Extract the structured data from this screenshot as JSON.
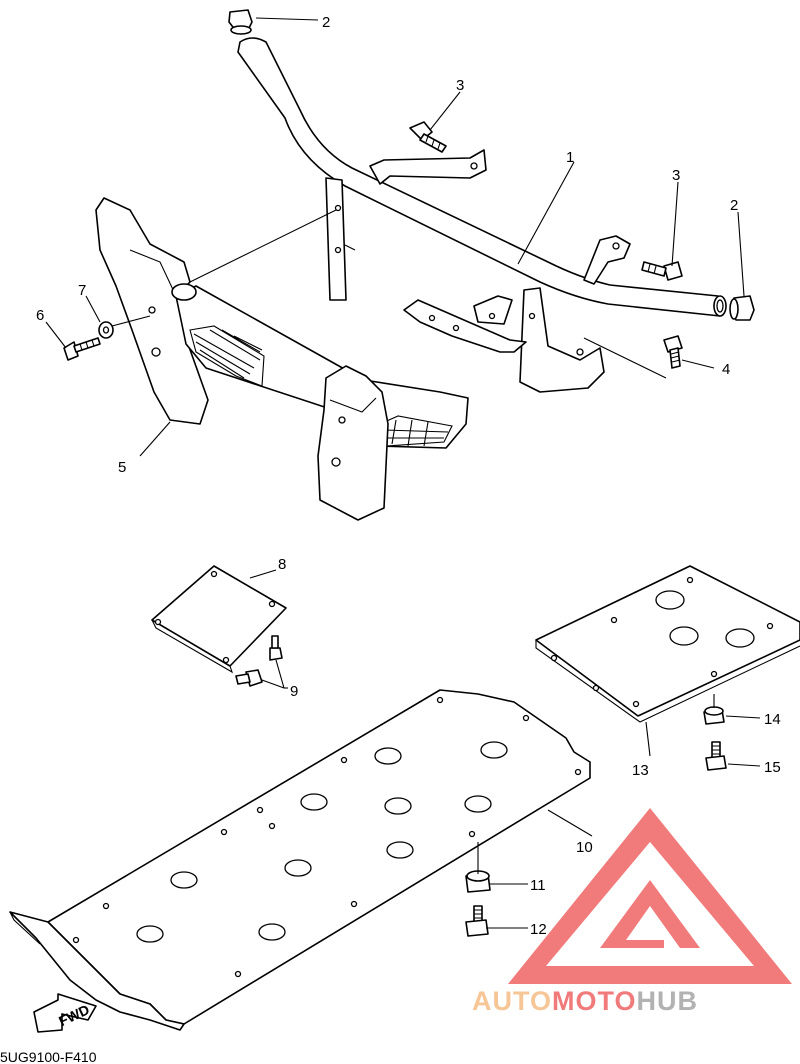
{
  "callouts": {
    "c1": "1",
    "c2a": "2",
    "c2b": "2",
    "c3a": "3",
    "c3b": "3",
    "c4": "4",
    "c5": "5",
    "c6": "6",
    "c7": "7",
    "c8": "8",
    "c9": "9",
    "c10": "10",
    "c11": "11",
    "c12": "12",
    "c13": "13",
    "c14": "14",
    "c15": "15"
  },
  "fwd_label": "FWD",
  "diagram_code": "5UG9100-F410",
  "watermark": {
    "part1": "AUTO",
    "part2": "MOTO",
    "part3": "HUB",
    "colors": {
      "orange": "#f6b97c",
      "red": "#ee5a5a",
      "gray": "#a0a0a0"
    }
  }
}
